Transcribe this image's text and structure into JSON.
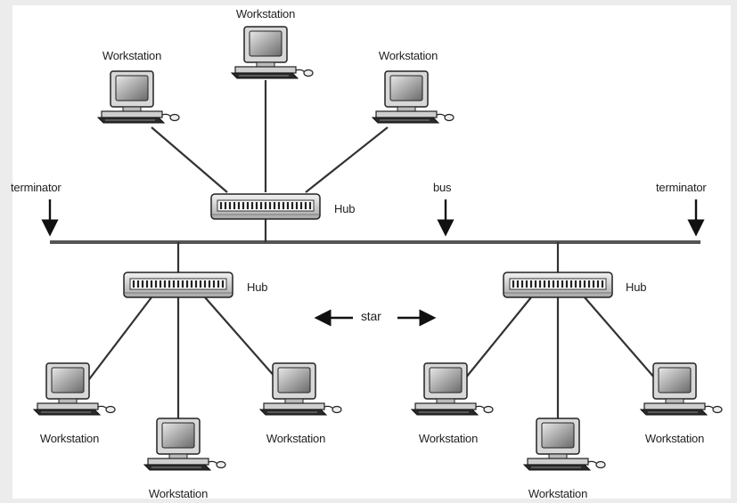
{
  "labels": {
    "workstation": "Workstation",
    "terminator": "terminator",
    "bus": "bus",
    "hub": "Hub",
    "star": "star"
  }
}
